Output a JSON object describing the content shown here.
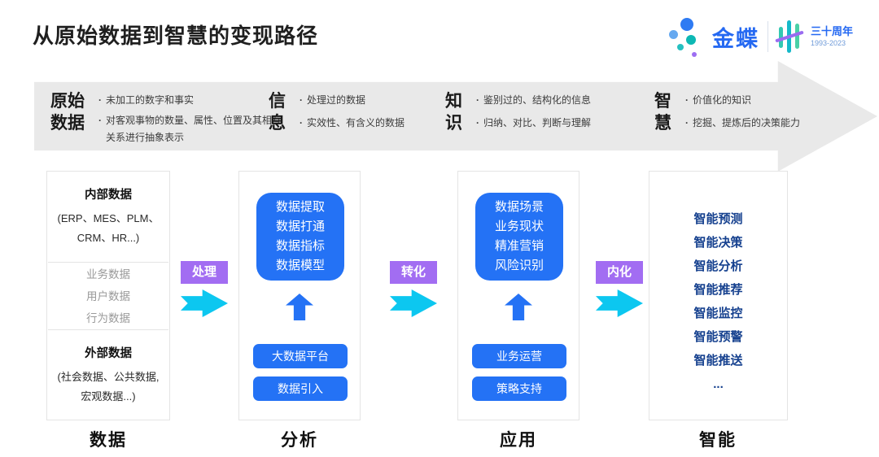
{
  "page": {
    "title": "从原始数据到智慧的变现路径"
  },
  "logo": {
    "brand": "金蝶",
    "anniversary": "三十周年",
    "years": "1993-2023"
  },
  "bullet_char": "·",
  "banner": {
    "stages": [
      {
        "label_lines": [
          "原始",
          "数据"
        ],
        "bullets": [
          "未加工的数字和事实",
          "对客观事物的数量、属性、位置及其相互关系进行抽象表示"
        ]
      },
      {
        "label_lines": [
          "信",
          "息"
        ],
        "bullets": [
          "处理过的数据",
          "实效性、有含义的数据"
        ]
      },
      {
        "label_lines": [
          "知",
          "识"
        ],
        "bullets": [
          "鉴别过的、结构化的信息",
          "归纳、对比、判断与理解"
        ]
      },
      {
        "label_lines": [
          "智",
          "慧"
        ],
        "bullets": [
          "价值化的知识",
          "挖掘、提炼后的决策能力"
        ]
      }
    ]
  },
  "flow_arrows": [
    {
      "label": "处理"
    },
    {
      "label": "转化"
    },
    {
      "label": "内化"
    }
  ],
  "columns": {
    "data": {
      "footer": "数据",
      "internal_title": "内部数据",
      "internal_subtitle": "(ERP、MES、PLM、CRM、HR...)",
      "middle_items": [
        "业务数据",
        "用户数据",
        "行为数据"
      ],
      "external_title": "外部数据",
      "external_subtitle": "(社会数据、公共数据, 宏观数据...)"
    },
    "analysis": {
      "footer": "分析",
      "core_items": [
        "数据提取",
        "数据打通",
        "数据指标",
        "数据模型"
      ],
      "buttons": [
        "大数据平台",
        "数据引入"
      ]
    },
    "application": {
      "footer": "应用",
      "core_items": [
        "数据场景",
        "业务现状",
        "精准营销",
        "风险识别"
      ],
      "buttons": [
        "业务运营",
        "策略支持"
      ]
    },
    "intelligence": {
      "footer": "智能",
      "items": [
        "智能预测",
        "智能决策",
        "智能分析",
        "智能推荐",
        "智能监控",
        "智能预警",
        "智能推送",
        "..."
      ]
    }
  },
  "colors": {
    "blue": "#2472f5",
    "navy": "#16418f",
    "purple": "#a26df2",
    "cyan": "#0cc7f0",
    "banner_gray": "#e9e9e9",
    "brand_blue": "#2569f2"
  }
}
